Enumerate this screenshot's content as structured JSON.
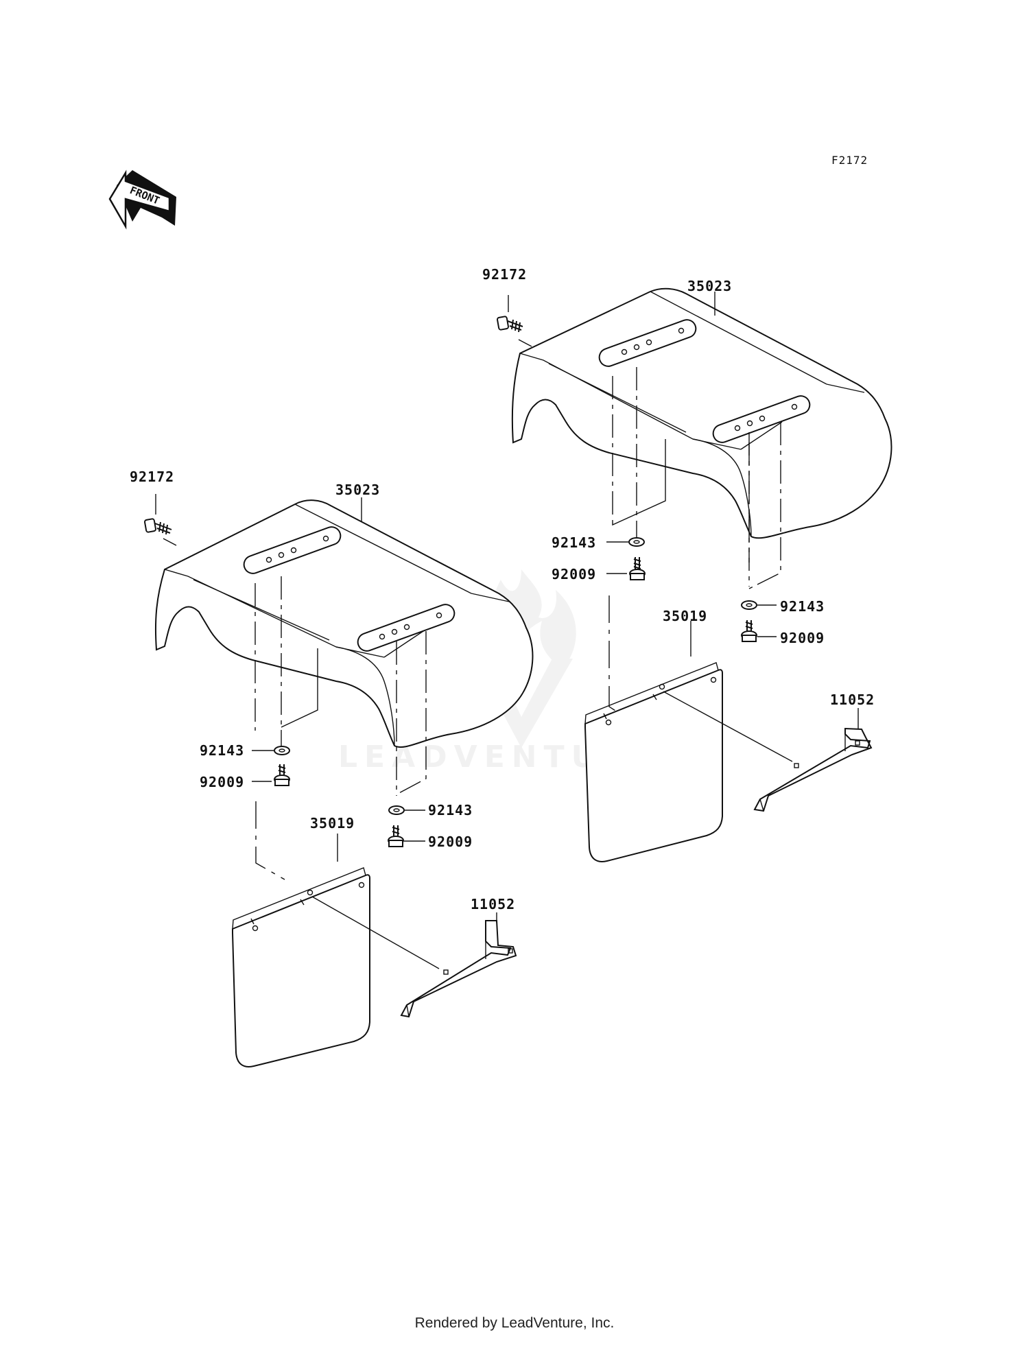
{
  "figure_code": "F2172",
  "front_arrow_label": "FRONT",
  "watermark_text": "LEADVENTURE",
  "footer_text": "Rendered by LeadVenture, Inc.",
  "parts": {
    "right_bolt_top": "92172",
    "right_fender": "35023",
    "right_washer_a": "92143",
    "right_screw_a": "92009",
    "right_washer_b": "92143",
    "right_screw_b": "92009",
    "right_mudflap": "35019",
    "right_bracket": "11052",
    "left_bolt_top": "92172",
    "left_fender": "35023",
    "left_washer_a": "92143",
    "left_screw_a": "92009",
    "left_washer_b": "92143",
    "left_screw_b": "92009",
    "left_mudflap": "35019",
    "left_bracket": "11052"
  }
}
